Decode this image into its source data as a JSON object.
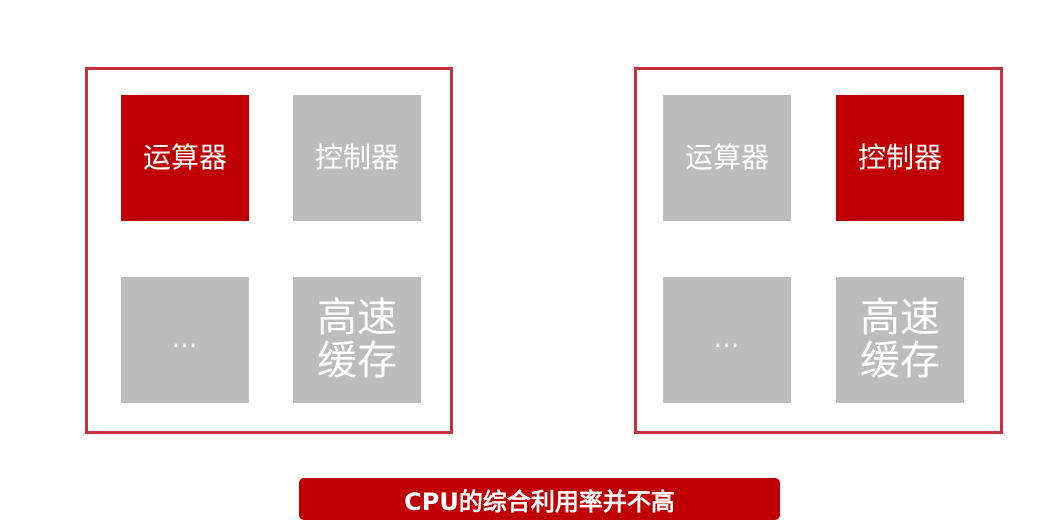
{
  "colors": {
    "frame_border": "#c9303e",
    "highlight_block": "#c00000",
    "idle_block": "#bcbcbc",
    "caption_bg": "#c00000",
    "text": "#ffffff"
  },
  "left_cpu": {
    "alu": "运算器",
    "control_unit": "控制器",
    "other": "…",
    "cache": "高速\n缓存",
    "highlighted": "alu"
  },
  "right_cpu": {
    "alu": "运算器",
    "control_unit": "控制器",
    "other": "…",
    "cache": "高速\n缓存",
    "highlighted": "control_unit"
  },
  "caption": "CPU的综合利用率并不高"
}
